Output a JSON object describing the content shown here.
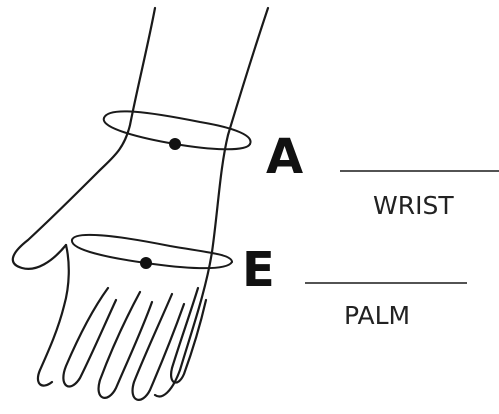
{
  "measurements": [
    {
      "letter": "A",
      "caption": "WRIST"
    },
    {
      "letter": "E",
      "caption": "PALM"
    }
  ],
  "colors": {
    "ink": "#111111",
    "background": "#ffffff"
  }
}
